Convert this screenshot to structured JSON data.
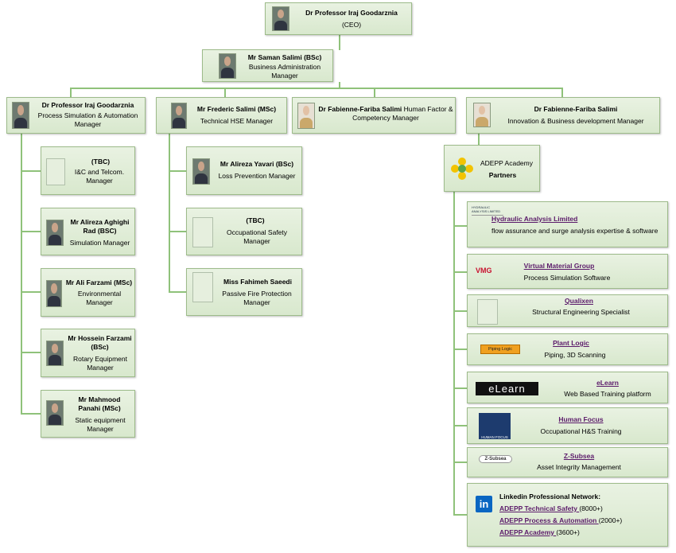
{
  "ceo": {
    "name": "Dr  Professor Iraj Goodarznia",
    "title": "(CEO)"
  },
  "business_admin": {
    "name": "Mr Saman Salimi (BSc)",
    "title": "Business Administration Manager"
  },
  "dept_process": {
    "name": "Dr Professor Iraj Goodarznia",
    "title": "Process Simulation & Automation Manager"
  },
  "dept_hse": {
    "name": "Mr Frederic Salimi (MSc)",
    "title": "Technical HSE Manager"
  },
  "dept_human": {
    "name": "Dr Fabienne-Fariba Salimi",
    "title": "Human Factor & Competency  Manager"
  },
  "dept_innovation": {
    "name": "Dr Fabienne-Fariba Salimi",
    "title": "Innovation & Business development Manager"
  },
  "process_team": [
    {
      "name": "(TBC)",
      "title": "I&C and Telcom. Manager"
    },
    {
      "name": "Mr Alireza Aghighi Rad (BSC)",
      "title": "Simulation Manager"
    },
    {
      "name": "Mr Ali Farzami (MSc)",
      "title": "Environmental Manager"
    },
    {
      "name": "Mr Hossein Farzami (BSc)",
      "title": "Rotary Equipment Manager"
    },
    {
      "name": "Mr Mahmood Panahi (MSc)",
      "title": "Static equipment Manager"
    }
  ],
  "hse_team": [
    {
      "name": "Mr Alireza Yavari (BSc)",
      "title": "Loss Prevention Manager"
    },
    {
      "name": "(TBC)",
      "title": "Occupational Safety Manager"
    },
    {
      "name": "Miss Fahimeh Saeedi",
      "title": "Passive Fire Protection Manager"
    }
  ],
  "academy": {
    "name": "ADEPP Academy",
    "sub": "Partners"
  },
  "partners": [
    {
      "name": "Hydraulic Analysis Limited",
      "desc": "flow assurance and surge analysis expertise & software",
      "logo_text": "HYDRAULIC ANALYSIS LIMITED"
    },
    {
      "name": "Virtual Material Group",
      "desc": "Process Simulation Software",
      "logo_text": "VMG"
    },
    {
      "name": "Qualixen",
      "desc": "Structural Engineering Specialist",
      "logo_text": ""
    },
    {
      "name": "Plant Logic",
      "desc": "Piping, 3D Scanning",
      "logo_text": "Piping Logic"
    },
    {
      "name": "eLearn",
      "desc": "Web Based Training platform",
      "logo_text": "eLearn"
    },
    {
      "name": "Human Focus",
      "desc": "Occupational H&S Training",
      "logo_text": "HUMAN FOCUS"
    },
    {
      "name": "Z-Subsea",
      "desc": "Asset Integrity Management",
      "logo_text": "Z-Subsea"
    }
  ],
  "linkedin": {
    "heading": "Linkedin Professional Network:",
    "groups": [
      {
        "name": "ADEPP Technical Safety ",
        "count": "(8000+)"
      },
      {
        "name": "ADEPP Process & Automation ",
        "count": "(2000+)"
      },
      {
        "name": "ADEPP Academy ",
        "count": "(3600+)"
      }
    ],
    "logo_text": "in"
  },
  "colors": {
    "box_fill": "#dfecd6",
    "box_border": "#9dbb8a",
    "connector": "#8fc27a",
    "link": "#5b1a6a",
    "linkedin": "#0a66c2"
  }
}
